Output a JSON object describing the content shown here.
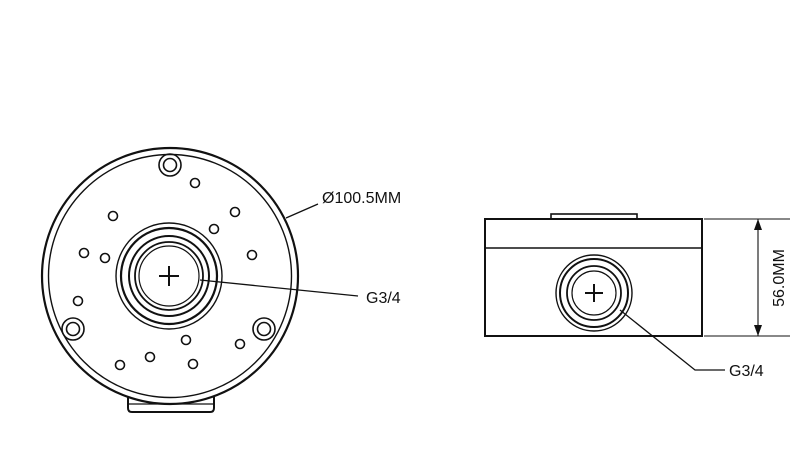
{
  "front_view": {
    "diameter_label": "Ø100.5MM",
    "thread_label": "G3/4"
  },
  "side_view": {
    "height_label": "56.0MM",
    "thread_label": "G3/4"
  },
  "colors": {
    "line": "#111111",
    "background": "#ffffff"
  }
}
